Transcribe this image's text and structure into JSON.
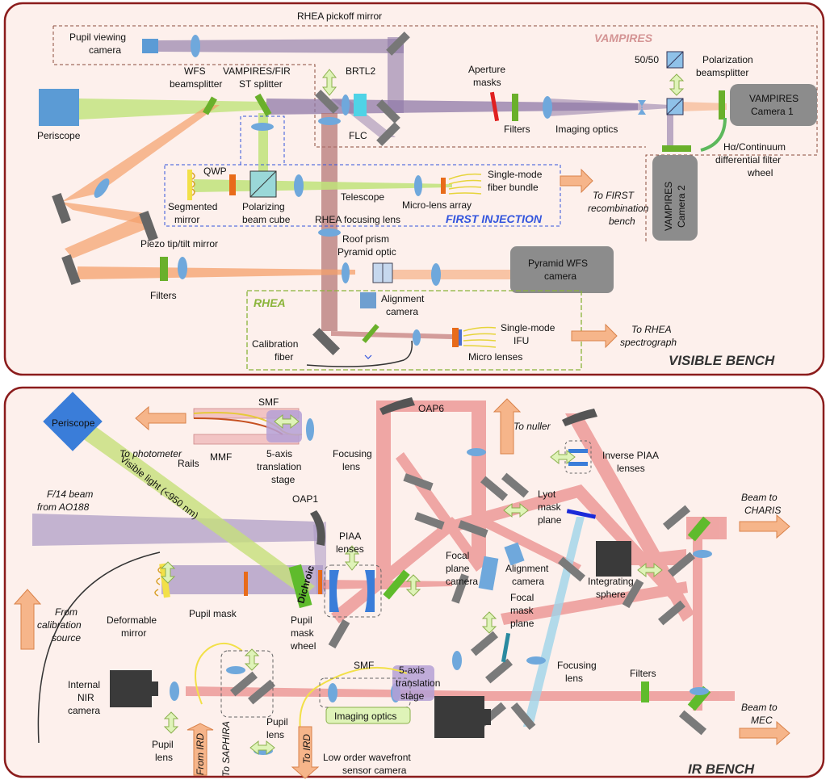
{
  "visible_bench": {
    "title": "VISIBLE BENCH",
    "pickoff": "RHEA pickoff mirror",
    "pupil_cam": [
      "Pupil viewing",
      "camera"
    ],
    "wfs_bs": [
      "WFS",
      "beamsplitter"
    ],
    "vampires_fir": [
      "VAMPIRES/FIR",
      "ST splitter"
    ],
    "brtl2": "BRTL2",
    "flc": "FLC",
    "aperture": [
      "Aperture",
      "masks"
    ],
    "filters1": "Filters",
    "imaging_optics": "Imaging optics",
    "vampires_title": "VAMPIRES",
    "fifty": "50/50",
    "pol_bs": [
      "Polarization",
      "beamsplitter"
    ],
    "cam1": [
      "VAMPIRES",
      "Camera 1"
    ],
    "cam2": [
      "VAMPIRES",
      "Camera 2"
    ],
    "halpha": [
      "Hα/Continuum",
      "differential filter",
      "wheel"
    ],
    "periscope": "Periscope",
    "qwp": "QWP",
    "segmented": [
      "Segmented",
      "mirror"
    ],
    "pbc": [
      "Polarizing",
      "beam cube"
    ],
    "telescope": "Telescope",
    "microlens": "Micro-lens array",
    "smfb": [
      "Single-mode",
      "fiber bundle"
    ],
    "to_first": [
      "To FIRST",
      "recombination",
      "bench"
    ],
    "first_injection": "FIRST INJECTION",
    "rhea_focus": "RHEA focusing lens",
    "piezo": "Piezo tip/tilt mirror",
    "roof": "Roof prism",
    "pyr_optic": "Pyramid optic",
    "pyr_cam": [
      "Pyramid WFS",
      "camera"
    ],
    "filters2": "Filters",
    "rhea_title": "RHEA",
    "align_cam": [
      "Alignment",
      "camera"
    ],
    "smifu": [
      "Single-mode",
      "IFU"
    ],
    "to_rhea": [
      "To RHEA",
      "spectrograph"
    ],
    "calib": [
      "Calibration",
      "fiber"
    ],
    "micro_lenses": "Micro lenses"
  },
  "ir_bench": {
    "title": "IR BENCH",
    "periscope": "Periscope",
    "smf_top": "SMF",
    "mmf": "MMF",
    "to_photometer": "To photometer",
    "rails": "Rails",
    "five_axis": [
      "5-axis",
      "translation",
      "stage"
    ],
    "focusing_lens_a": [
      "Focusing",
      "lens"
    ],
    "oap6": "OAP6",
    "to_nuller": "To nuller",
    "inv_piaa": [
      "Inverse PIAA",
      "lenses"
    ],
    "visible_light": "Visible light (<950 nm)",
    "f14": [
      "F/14 beam",
      "from AO188"
    ],
    "oap1": "OAP1",
    "lyot": [
      "Lyot",
      "mask",
      "plane"
    ],
    "beam_charis": [
      "Beam to",
      "CHARIS"
    ],
    "piaa": [
      "PIAA",
      "lenses"
    ],
    "focal_cam": [
      "Focal",
      "plane",
      "camera"
    ],
    "align_cam": [
      "Alignment",
      "camera"
    ],
    "integrating": [
      "Integrating",
      "sphere"
    ],
    "from_calib": [
      "From",
      "calibration",
      "source"
    ],
    "deformable": [
      "Deformable",
      "mirror"
    ],
    "pupil_mask": "Pupil mask",
    "dichroic": "Dichroic",
    "pmw": [
      "Pupil",
      "mask",
      "wheel"
    ],
    "fmp": [
      "Focal",
      "mask",
      "plane"
    ],
    "five_axis_b": [
      "5-axis",
      "translation",
      "stage"
    ],
    "smf_b": "SMF",
    "focusing_lens_b": [
      "Focusing",
      "lens"
    ],
    "filters": "Filters",
    "internal_nir": [
      "Internal",
      "NIR",
      "camera"
    ],
    "pupil_lens1": [
      "Pupil",
      "lens"
    ],
    "from_ird": "From IRD",
    "to_saphira": "To SAPHIRA",
    "pupil_lens2": [
      "Pupil",
      "lens"
    ],
    "to_ird": "To IRD",
    "imaging_optics": "Imaging optics",
    "lowfs": [
      "Low order wavefront",
      "sensor camera"
    ],
    "beam_mec": [
      "Beam to",
      "MEC"
    ]
  },
  "colors": {
    "panel_bg": "#fdf0ec",
    "panel_border": "#8b1c1c",
    "visible_beam": "#8f7aa8",
    "orange_beam": "#f4a06b",
    "green_beam": "#bfe37a",
    "red_beam": "#e46b6b",
    "blue_beam": "#9fd4ea",
    "first_blue": "#3355dd",
    "rhea_green": "#8ab43a",
    "vampires_pink": "#d49494"
  }
}
